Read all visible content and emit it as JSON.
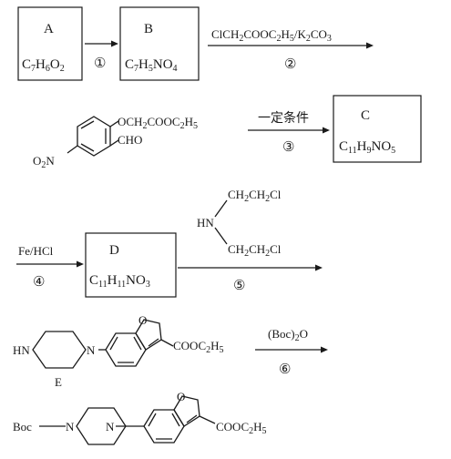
{
  "compounds": {
    "A": {
      "label": "A",
      "formula": [
        {
          "t": "C"
        },
        {
          "s": "7"
        },
        {
          "t": "H"
        },
        {
          "s": "6"
        },
        {
          "t": "O"
        },
        {
          "s": "2"
        }
      ]
    },
    "B": {
      "label": "B",
      "formula": [
        {
          "t": "C"
        },
        {
          "s": "7"
        },
        {
          "t": "H"
        },
        {
          "s": "5"
        },
        {
          "t": "NO"
        },
        {
          "s": "4"
        }
      ]
    },
    "C": {
      "label": "C",
      "formula": [
        {
          "t": "C"
        },
        {
          "s": "11"
        },
        {
          "t": "H"
        },
        {
          "s": "9"
        },
        {
          "t": "NO"
        },
        {
          "s": "5"
        }
      ]
    },
    "D": {
      "label": "D",
      "formula": [
        {
          "t": "C"
        },
        {
          "s": "11"
        },
        {
          "t": "H"
        },
        {
          "s": "11"
        },
        {
          "t": "NO"
        },
        {
          "s": "3"
        }
      ]
    },
    "E": {
      "label": "E"
    }
  },
  "steps": {
    "s1": {
      "number": "①",
      "reagent": []
    },
    "s2": {
      "number": "②",
      "reagent": [
        {
          "t": "ClCH"
        },
        {
          "s": "2"
        },
        {
          "t": "COOC"
        },
        {
          "s": "2"
        },
        {
          "t": "H"
        },
        {
          "s": "5"
        },
        {
          "t": "/K"
        },
        {
          "s": "2"
        },
        {
          "t": "CO"
        },
        {
          "s": "3"
        }
      ]
    },
    "s3": {
      "number": "③",
      "reagent_text": "一定条件"
    },
    "s4": {
      "number": "④",
      "reagent_text": "Fe/HCl"
    },
    "s5": {
      "number": "⑤",
      "amine": {
        "nh": "HN",
        "arm_top": [
          {
            "t": "CH"
          },
          {
            "s": "2"
          },
          {
            "t": "CH"
          },
          {
            "s": "2"
          },
          {
            "t": "Cl"
          }
        ],
        "arm_bottom": [
          {
            "t": "CH"
          },
          {
            "s": "2"
          },
          {
            "t": "CH"
          },
          {
            "s": "2"
          },
          {
            "t": "Cl"
          }
        ]
      }
    },
    "s6": {
      "number": "⑥",
      "reagent": [
        {
          "t": "(Boc)"
        },
        {
          "s": "2"
        },
        {
          "t": "O"
        }
      ]
    }
  },
  "intermediate": {
    "ether_group": [
      {
        "t": "OCH"
      },
      {
        "s": "2"
      },
      {
        "t": "COOC"
      },
      {
        "s": "2"
      },
      {
        "t": "H"
      },
      {
        "s": "5"
      }
    ],
    "aldehyde": "CHO",
    "nitro": [
      {
        "t": "O"
      },
      {
        "s": "2"
      },
      {
        "t": "N"
      }
    ]
  },
  "E_structure": {
    "hn": "HN",
    "n": "N",
    "o": "O",
    "ester": [
      {
        "t": "COOC"
      },
      {
        "s": "2"
      },
      {
        "t": "H"
      },
      {
        "s": "5"
      }
    ]
  },
  "final_product": {
    "boc": "Boc",
    "n1": "N",
    "n2": "N",
    "o": "O",
    "ester": [
      {
        "t": "COOC"
      },
      {
        "s": "2"
      },
      {
        "t": "H"
      },
      {
        "s": "5"
      }
    ]
  }
}
